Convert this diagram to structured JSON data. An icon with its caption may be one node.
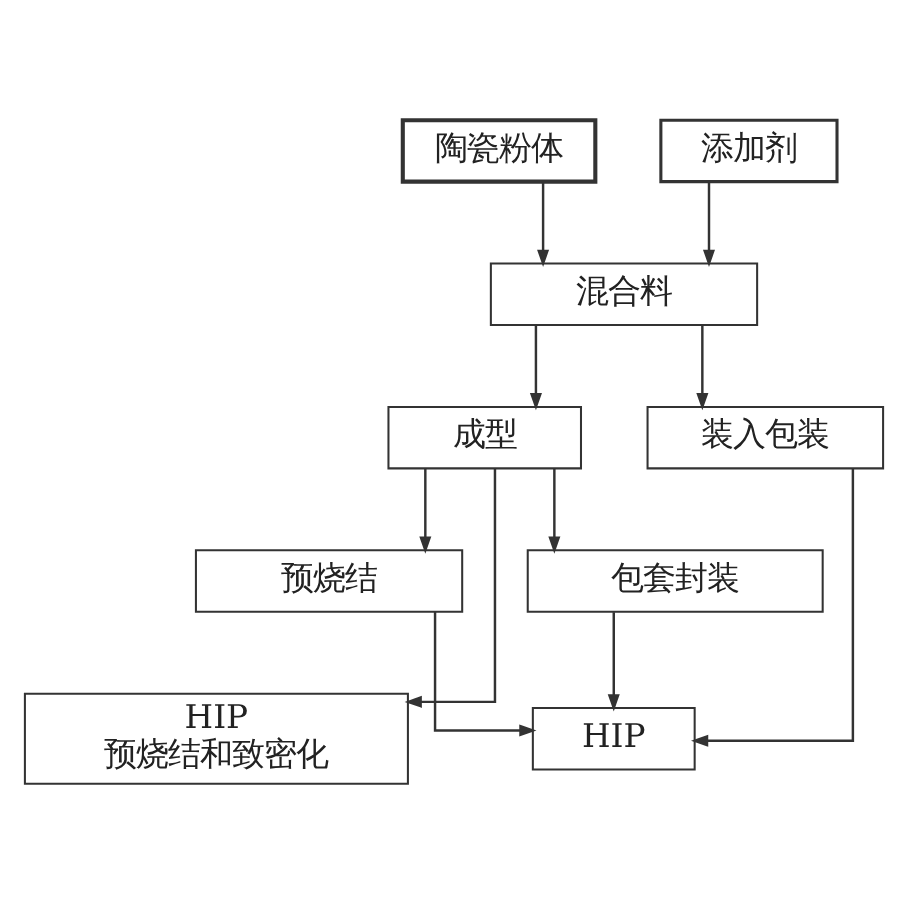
{
  "diagram": {
    "nodes": [
      {
        "text": [
          "陶瓷粉体"
        ]
      },
      {
        "text": [
          "添加剂"
        ]
      },
      {
        "text": [
          "混合料"
        ]
      },
      {
        "text": [
          "成型"
        ]
      },
      {
        "text": [
          "装入包装"
        ]
      },
      {
        "text": [
          "预烧结"
        ]
      },
      {
        "text": [
          "包套封装"
        ]
      },
      {
        "text": [
          "HIP",
          "预烧结和致密化"
        ]
      },
      {
        "text": [
          "HIP"
        ]
      }
    ],
    "edges": [
      {
        "from": 0,
        "to": 2,
        "arrow": "to"
      },
      {
        "from": 1,
        "to": 2,
        "arrow": "to"
      },
      {
        "from": 2,
        "to": 3,
        "arrow": "to"
      },
      {
        "from": 2,
        "to": 4,
        "arrow": "to"
      },
      {
        "from": 3,
        "to": 7,
        "arrow": "to"
      },
      {
        "from": 3,
        "to": 5,
        "arrow": "to"
      },
      {
        "from": 3,
        "to": 6,
        "arrow": "to"
      },
      {
        "from": 4,
        "to": 8,
        "arrow": "to"
      },
      {
        "from": 5,
        "to": 8,
        "arrow": "to"
      },
      {
        "from": 6,
        "to": 8,
        "arrow": "to"
      }
    ]
  }
}
